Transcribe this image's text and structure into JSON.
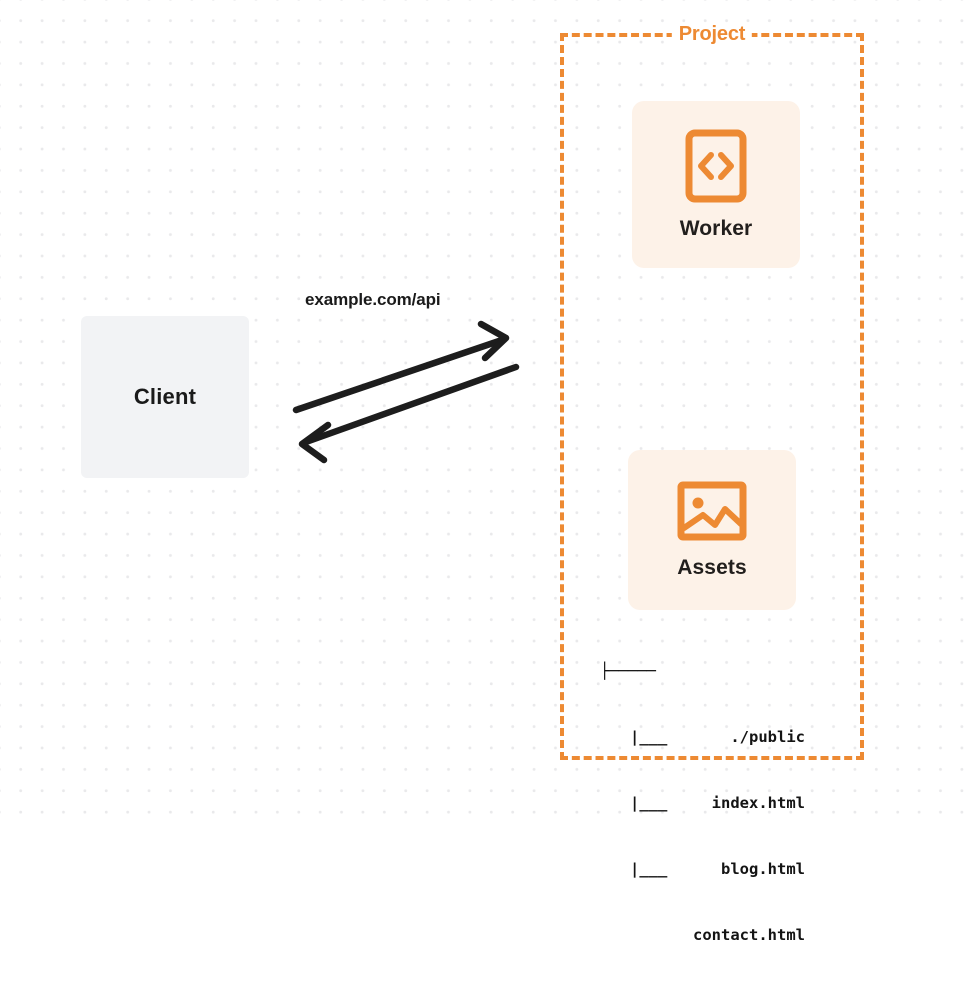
{
  "diagram": {
    "title": "Cloudflare Worker and Assets architecture diagram",
    "background": {
      "style": "dot-grid",
      "dot_color": "#e9e9eb",
      "page_color": "#ffffff"
    },
    "colors": {
      "accent_orange": "#ed8a33",
      "card_background": "#fdf2e8",
      "client_background": "#f2f3f5",
      "text_dark": "#1a1a1a",
      "arrow": "#1d1d1d"
    }
  },
  "client": {
    "label": "Client"
  },
  "connection": {
    "label": "example.com/api",
    "request_direction": "client-to-project",
    "response_direction": "project-to-client"
  },
  "project": {
    "title": "Project",
    "border_style": "dashed",
    "nodes": [
      {
        "id": "worker",
        "label": "Worker",
        "icon": "code-brackets-icon"
      },
      {
        "id": "assets",
        "label": "Assets",
        "icon": "image-icon"
      }
    ]
  },
  "file_tree": {
    "root": {
      "branch": "├─────",
      "name": "./public"
    },
    "children": [
      {
        "branch": "|___",
        "name": "index.html"
      },
      {
        "branch": "|___",
        "name": "blog.html"
      },
      {
        "branch": "|___",
        "name": "contact.html"
      }
    ]
  }
}
